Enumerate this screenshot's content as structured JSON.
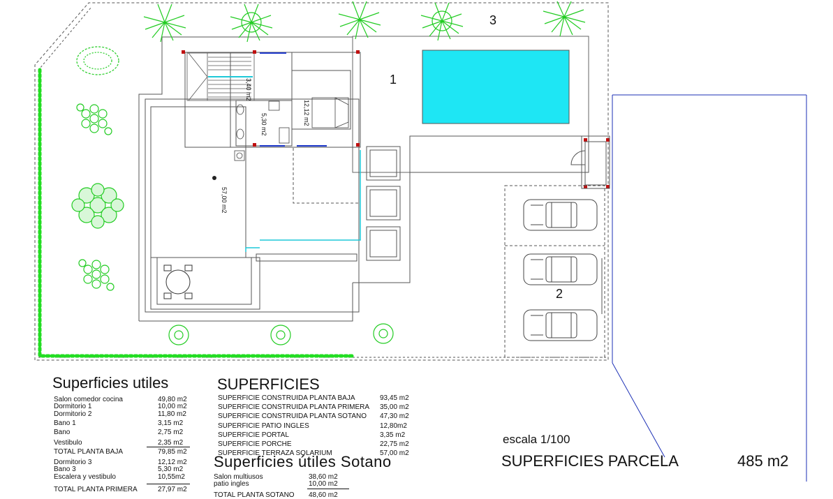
{
  "drawing": {
    "zone_labels": [
      "1",
      "2",
      "3"
    ],
    "room_areas": {
      "stair": "3,40 m2",
      "bath": "5,30 m2",
      "bedroom": "12,12 m2",
      "terrace": "57,00 m2"
    },
    "colors": {
      "pool": "#1ee6f4",
      "hedge": "#22dd22",
      "trees": "#22cc22",
      "lines": "#333333",
      "boundary": "#1b2fb5",
      "window": "#1a35c8",
      "column": "#c01010"
    }
  },
  "utiles": {
    "title": "Superficies utiles",
    "rows": [
      {
        "label": "Salon comedor cocina",
        "value": "49,80 m2"
      },
      {
        "label": "Dormitorio 1",
        "value": "10,00 m2"
      },
      {
        "label": "Dormitorio 2",
        "value": "11,80 m2"
      },
      {
        "label": "Bano 1",
        "value": "3,15 m2"
      },
      {
        "label": "Bano",
        "value": "2,75 m2"
      },
      {
        "label": "Vestibulo",
        "value": "2,35 m2"
      }
    ],
    "total_baja_label": "TOTAL PLANTA BAJA",
    "total_baja_value": "79,85 m2",
    "rows2": [
      {
        "label": "Dormitorio 3",
        "value": "12,12 m2"
      },
      {
        "label": "Bano  3",
        "value": "5,30 m2"
      },
      {
        "label": "Escalera y vestibulo",
        "value": "10,55m2"
      }
    ],
    "total_primera_label": "TOTAL PLANTA PRIMERA",
    "total_primera_value": "27,97 m2"
  },
  "superficies": {
    "title": "SUPERFICIES",
    "rows": [
      {
        "label": "SUPERFICIE CONSTRUIDA PLANTA BAJA",
        "value": "93,45 m2"
      },
      {
        "label": "SUPERFICIE CONSTRUIDA PLANTA PRIMERA",
        "value": "35,00 m2"
      },
      {
        "label": "SUPERFICIE CONSTRUIDA PLANTA SOTANO",
        "value": "47,30 m2"
      },
      {
        "label": "SUPERFICIE PATIO INGLES",
        "value": "12,80m2"
      },
      {
        "label": "SUPERFICIE PORTAL",
        "value": "3,35 m2"
      },
      {
        "label": "SUPERFICIE PORCHE",
        "value": "22,75 m2"
      },
      {
        "label": "SUPERFICIE TERRAZA SOLARIUM",
        "value": "57,00 m2"
      }
    ]
  },
  "sotano": {
    "title": "Superficies útiles  Sotano",
    "rows": [
      {
        "label": "Salon multiusos",
        "value": "38,60 m2"
      },
      {
        "label": "patio ingles",
        "value": "10,00 m2"
      }
    ],
    "total_label": "TOTAL PLANTA SOTANO",
    "total_value": "48,60 m2"
  },
  "parcela": {
    "scale": "escala 1/100",
    "label": "SUPERFICIES PARCELA",
    "value": "485 m2"
  }
}
